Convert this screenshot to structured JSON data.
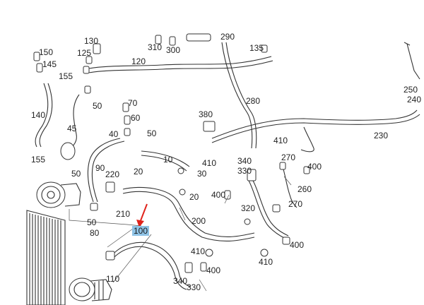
{
  "callouts": [
    {
      "id": "130",
      "label": "130"
    },
    {
      "id": "150",
      "label": "150"
    },
    {
      "id": "125",
      "label": "125"
    },
    {
      "id": "145",
      "label": "145"
    },
    {
      "id": "155a",
      "label": "155"
    },
    {
      "id": "120",
      "label": "120"
    },
    {
      "id": "310",
      "label": "310"
    },
    {
      "id": "300",
      "label": "300"
    },
    {
      "id": "290",
      "label": "290"
    },
    {
      "id": "135",
      "label": "135"
    },
    {
      "id": "250",
      "label": "250"
    },
    {
      "id": "240",
      "label": "240"
    },
    {
      "id": "50a",
      "label": "50"
    },
    {
      "id": "70",
      "label": "70"
    },
    {
      "id": "60",
      "label": "60"
    },
    {
      "id": "280",
      "label": "280"
    },
    {
      "id": "140",
      "label": "140"
    },
    {
      "id": "45",
      "label": "45"
    },
    {
      "id": "380",
      "label": "380"
    },
    {
      "id": "40",
      "label": "40"
    },
    {
      "id": "50b",
      "label": "50"
    },
    {
      "id": "230",
      "label": "230"
    },
    {
      "id": "410a",
      "label": "410"
    },
    {
      "id": "155b",
      "label": "155"
    },
    {
      "id": "10",
      "label": "10"
    },
    {
      "id": "410b",
      "label": "410"
    },
    {
      "id": "270a",
      "label": "270"
    },
    {
      "id": "90",
      "label": "90"
    },
    {
      "id": "220",
      "label": "220"
    },
    {
      "id": "20a",
      "label": "20"
    },
    {
      "id": "340a",
      "label": "340"
    },
    {
      "id": "400a",
      "label": "400"
    },
    {
      "id": "50c",
      "label": "50"
    },
    {
      "id": "30",
      "label": "30"
    },
    {
      "id": "330a",
      "label": "330"
    },
    {
      "id": "260",
      "label": "260"
    },
    {
      "id": "20b",
      "label": "20"
    },
    {
      "id": "400b",
      "label": "400"
    },
    {
      "id": "270b",
      "label": "270"
    },
    {
      "id": "320",
      "label": "320"
    },
    {
      "id": "210",
      "label": "210"
    },
    {
      "id": "50d",
      "label": "50"
    },
    {
      "id": "200",
      "label": "200"
    },
    {
      "id": "100",
      "label": "100"
    },
    {
      "id": "80",
      "label": "80"
    },
    {
      "id": "400c",
      "label": "400"
    },
    {
      "id": "410c",
      "label": "410"
    },
    {
      "id": "410d",
      "label": "410"
    },
    {
      "id": "400d",
      "label": "400"
    },
    {
      "id": "110",
      "label": "110"
    },
    {
      "id": "340b",
      "label": "340"
    },
    {
      "id": "330b",
      "label": "330"
    }
  ],
  "highlight": {
    "callout": "100",
    "color": "#8fc3e6",
    "arrow_color": "#e0231b"
  }
}
